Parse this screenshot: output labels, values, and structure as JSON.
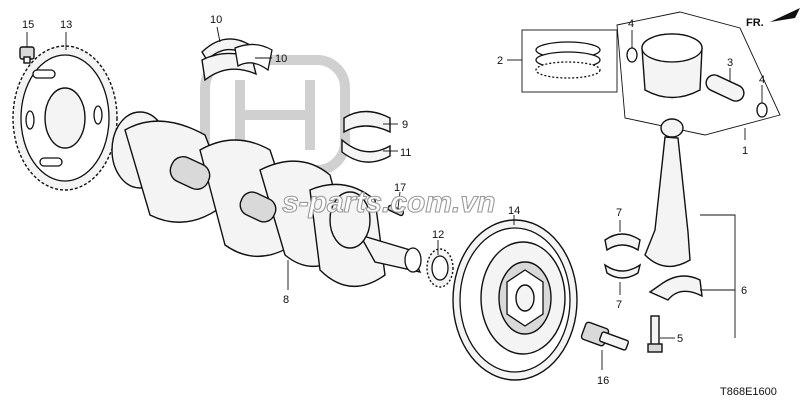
{
  "callouts": {
    "c1": "1",
    "c2": "2",
    "c3": "3",
    "c4a": "4",
    "c4b": "4",
    "c5": "5",
    "c6": "6",
    "c7a": "7",
    "c7b": "7",
    "c8": "8",
    "c9": "9",
    "c10a": "10",
    "c10b": "10",
    "c11": "11",
    "c12": "12",
    "c13": "13",
    "c14": "14",
    "c15": "15",
    "c16": "16",
    "c17": "17"
  },
  "direction_label": "FR.",
  "watermark": "s-parts.com.vn",
  "diagram_code": "T868E1600",
  "colors": {
    "line": "#111111",
    "fill": "#f4f4f4",
    "shade": "#d9d9d9",
    "logo": "#d0d0d0"
  }
}
